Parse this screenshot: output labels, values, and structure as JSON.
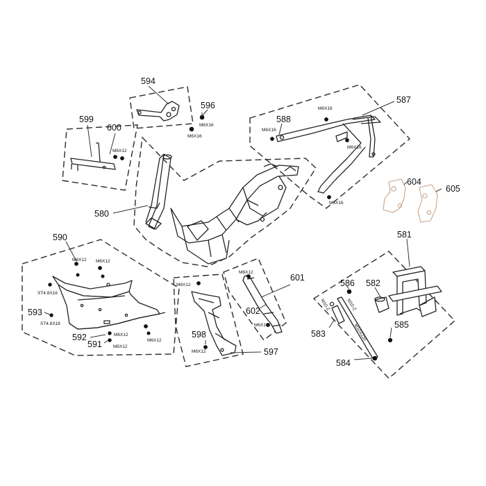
{
  "callouts": {
    "p580": "580",
    "p581": "581",
    "p582": "582",
    "p583": "583",
    "p584": "584",
    "p585": "585",
    "p586": "586",
    "p587": "587",
    "p588": "588",
    "p590": "590",
    "p591": "591",
    "p592": "592",
    "p593": "593",
    "p594": "594",
    "p596": "596",
    "p597": "597",
    "p598": "598",
    "p599": "599",
    "p600": "600",
    "p601": "601",
    "p602": "602",
    "p604": "604",
    "p605": "605"
  },
  "fasteners": {
    "f596": "M6X16",
    "f594": "M6X16",
    "f600": "M6X12",
    "f588": "M6X16",
    "f587a": "M6X16",
    "f587b": "M6X16",
    "f587c": "M6X16",
    "f590a": "M6X12",
    "f590b": "M6X12",
    "f590c": "ST4.8X16",
    "f593": "ST4.8X16",
    "f592a": "M6X12",
    "f591": "M6X12",
    "f590d": "M6X12",
    "f597a": "M6X12",
    "f597b": "M6X12",
    "f601a": "M6X12",
    "f601b": "M6X12",
    "f586": "M10-Z",
    "f583": "M10-Z",
    "f584": "M10X220"
  }
}
